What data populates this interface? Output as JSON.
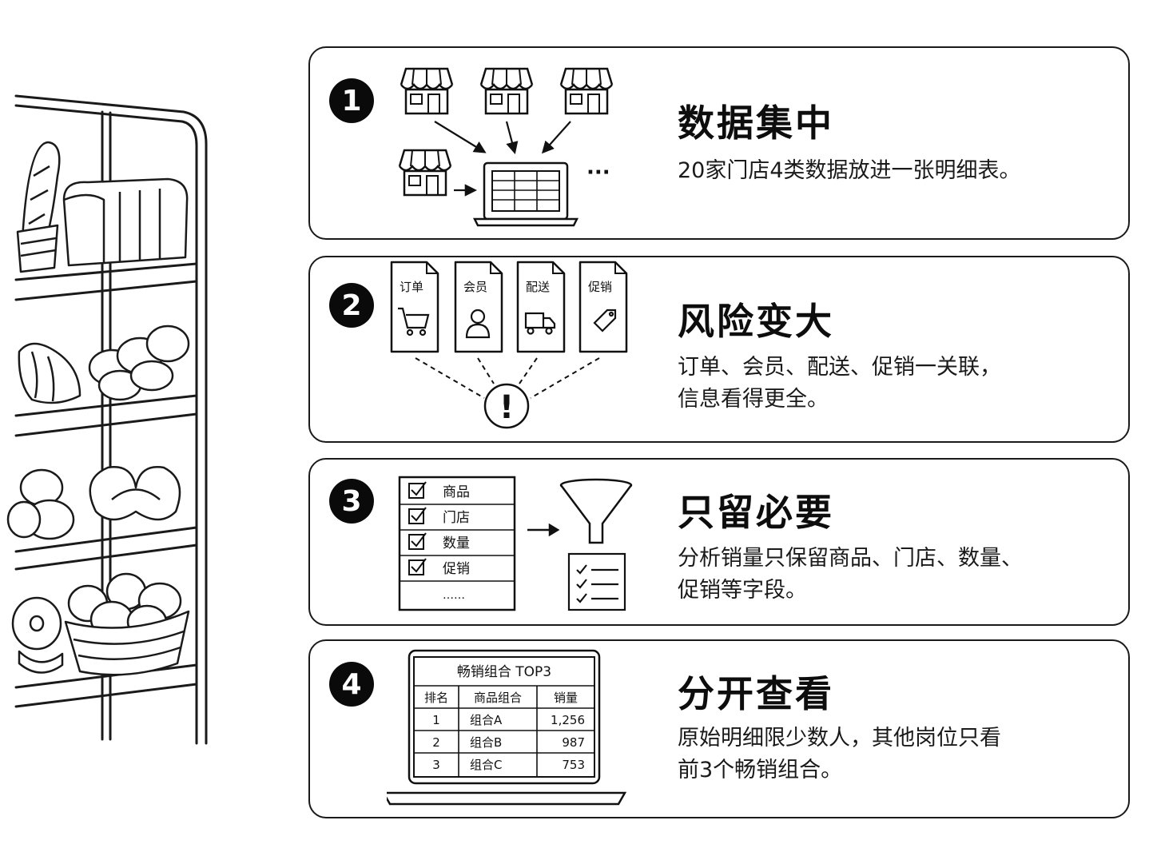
{
  "steps": [
    {
      "number": "1",
      "title": "数据集中",
      "description": "20家门店4类数据放进一张明细表。",
      "illustration": {
        "ellipsis": "···"
      }
    },
    {
      "number": "2",
      "title": "风险变大",
      "description": "订单、会员、配送、促销一关联，\n信息看得更全。",
      "illustration": {
        "docs": [
          "订单",
          "会员",
          "配送",
          "促销"
        ],
        "doc_icons": [
          "cart-icon",
          "person-icon",
          "truck-icon",
          "tag-icon"
        ],
        "warning": "!"
      }
    },
    {
      "number": "3",
      "title": "只留必要",
      "description": "分析销量只保留商品、门店、数量、\n促销等字段。",
      "illustration": {
        "fields": [
          "商品",
          "门店",
          "数量",
          "促销"
        ],
        "more": "……"
      }
    },
    {
      "number": "4",
      "title": "分开查看",
      "description": "原始明细限少数人，其他岗位只看\n前3个畅销组合。",
      "illustration": {
        "table_title": "畅销组合 TOP3",
        "columns": [
          "排名",
          "商品组合",
          "销量"
        ],
        "rows": [
          [
            "1",
            "组合A",
            "1,256"
          ],
          [
            "2",
            "组合B",
            "987"
          ],
          [
            "3",
            "组合C",
            "753"
          ]
        ]
      }
    }
  ]
}
